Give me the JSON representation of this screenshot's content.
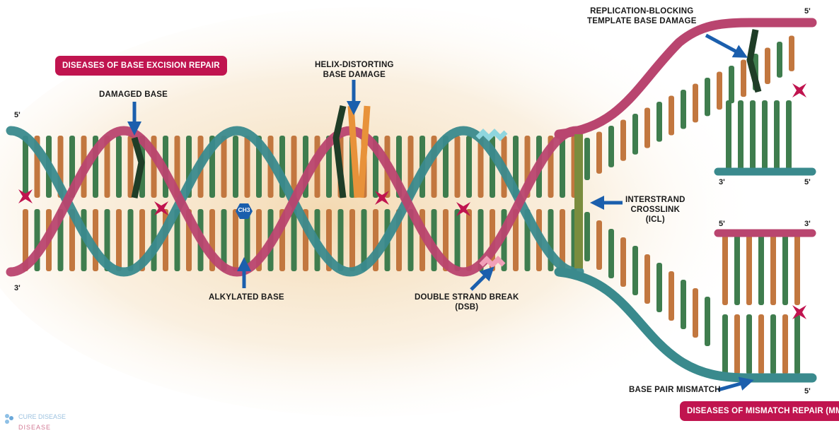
{
  "badges": {
    "ber": "DISEASES OF BASE EXCISION REPAIR",
    "mmr": "DISEASES OF MISMATCH REPAIR (MMR)"
  },
  "labels": {
    "damaged_base": "DAMAGED BASE",
    "helix_line1": "HELIX-DISTORTING",
    "helix_line2": "BASE DAMAGE",
    "alkylated_base": "ALKYLATED BASE",
    "dsb_line1": "DOUBLE STRAND BREAK",
    "dsb_line2": "(DSB)",
    "icl_line1": "INTERSTRAND",
    "icl_line2": "CROSSLINK",
    "icl_line3": "(ICL)",
    "rep_line1": "REPLICATION-BLOCKING",
    "rep_line2": "TEMPLATE BASE DAMAGE",
    "mismatch": "BASE PAIR MISMATCH",
    "methyl": "CH3"
  },
  "strand_ends": {
    "left_top": "5'",
    "left_bottom": "3'",
    "top_right": "5'",
    "top_fork_left": "3'",
    "top_fork_right": "5'",
    "bottom_fork_left": "5'",
    "bottom_fork_right": "3'",
    "bottom_right": "5'"
  },
  "logo": {
    "line1": "CURE DISEASE",
    "line2": "DISEASE"
  },
  "colors": {
    "pink_strand": "#b9456f",
    "teal_strand": "#3a8a8d",
    "orange_base": "#c2773f",
    "green_base": "#3f7d4e",
    "dark_green": "#1f3d27",
    "damage_orange": "#e8923a",
    "lesion": "#c0144f",
    "arrow_blue": "#1b5fad",
    "badge": "#c0144f"
  }
}
